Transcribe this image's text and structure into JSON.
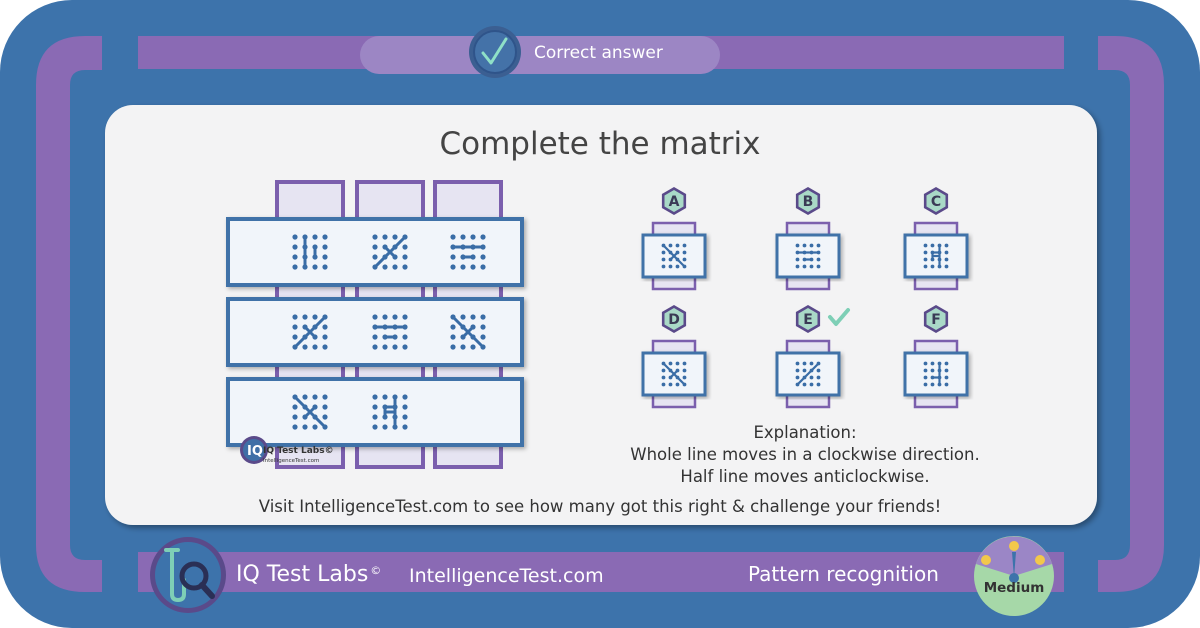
{
  "banner": {
    "status_label": "Correct answer"
  },
  "puzzle": {
    "title": "Complete the matrix",
    "watermark": {
      "brand": "IQ Test Labs©",
      "site": "IntelligenceTest.com"
    },
    "grid": [
      [
        "vertical-line",
        "lambda-cross",
        "horizontal-line"
      ],
      [
        "slash-half",
        "horizontal-line",
        "lambda-mirror"
      ],
      [
        "backslash-line",
        "h-shape",
        "missing"
      ]
    ]
  },
  "options": [
    {
      "letter": "A",
      "pattern": "x-half"
    },
    {
      "letter": "B",
      "pattern": "horizontal-line"
    },
    {
      "letter": "C",
      "pattern": "h-shape"
    },
    {
      "letter": "D",
      "pattern": "backslash-line"
    },
    {
      "letter": "E",
      "pattern": "slash-line",
      "correct": true
    },
    {
      "letter": "F",
      "pattern": "t-shape"
    }
  ],
  "explanation": {
    "heading": "Explanation:",
    "line1": "Whole line moves in a clockwise direction.",
    "line2": "Half line moves anticlockwise."
  },
  "cta": "Visit IntelligenceTest.com to see how many got this right & challenge your friends!",
  "footer": {
    "brand": "IQ Test Labs",
    "copyright": "©",
    "site": "IntelligenceTest.com",
    "category": "Pattern recognition",
    "difficulty": "Medium"
  },
  "colors": {
    "frame_blue": "#3d73ab",
    "accent_purple": "#8b6bb5",
    "panel_bg": "#f3f3f4",
    "cell_border": "#3f72a8",
    "dot_blue": "#3a6da6",
    "check_teal": "#7ecfb6"
  }
}
